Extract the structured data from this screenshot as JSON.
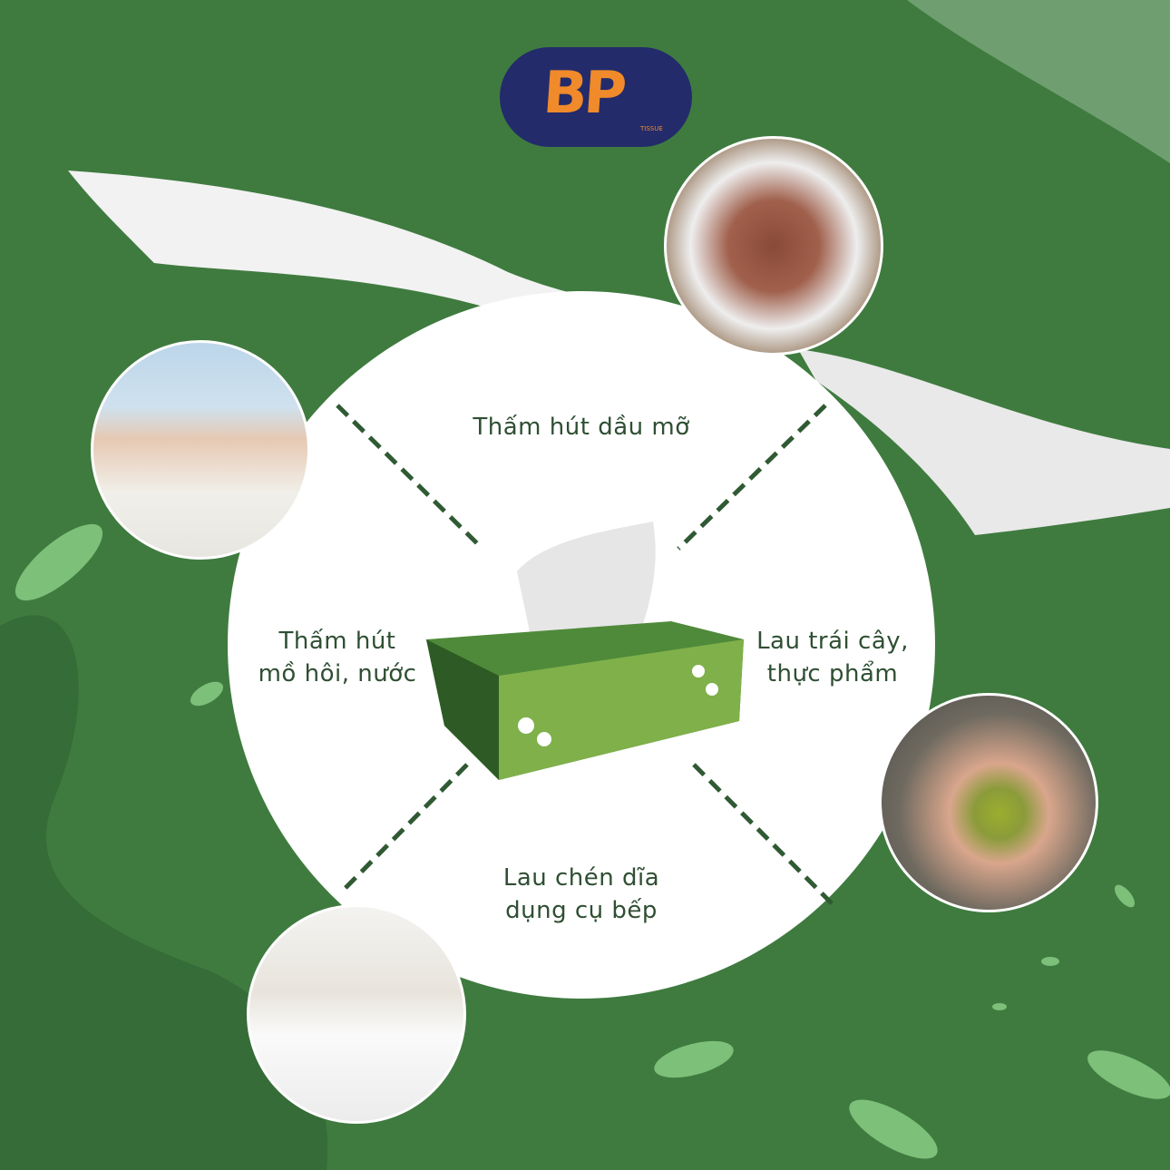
{
  "brand": {
    "logo_text": "BP",
    "logo_subtext": "TISSUE",
    "colors": {
      "logo_bg": "#232b6b",
      "logo_fg": "#f08a2a",
      "background": "#3f7b3f",
      "text": "#2f4f33"
    }
  },
  "uses": [
    {
      "line1": "Thấm hút dầu mỡ",
      "line2": "",
      "photo": "bacon-rolls-on-tissue"
    },
    {
      "line1": "Thấm hút",
      "line2": "mồ hôi, nước",
      "photo": "woman-wiping-sweat"
    },
    {
      "line1": "Lau trái cây,",
      "line2": "thực phẩm",
      "photo": "hands-wiping-pear"
    },
    {
      "line1": "Lau chén dĩa",
      "line2": "dụng cụ bếp",
      "photo": "wiping-kitchen-counter"
    }
  ],
  "product": {
    "name": "tissue-box"
  }
}
